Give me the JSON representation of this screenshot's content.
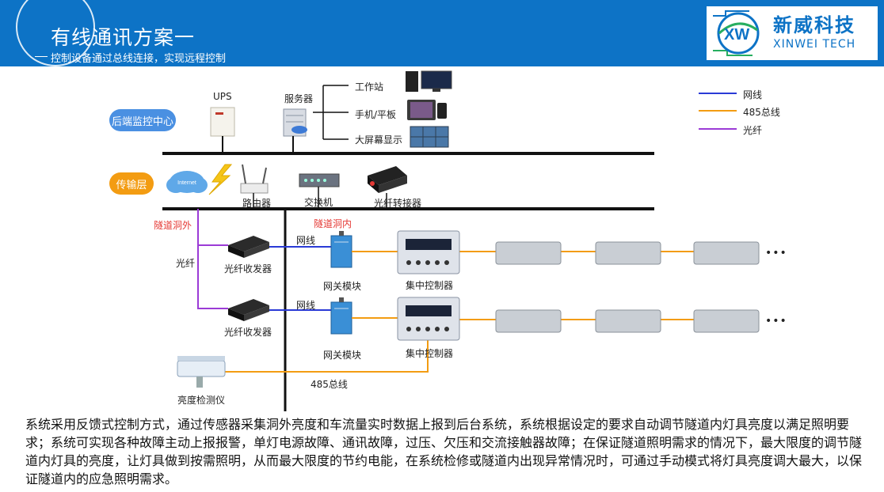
{
  "header": {
    "title": "有线通讯方案一",
    "subtitle": "控制设备通过总线连接，实现远程控制"
  },
  "logo": {
    "mark_text": "XW",
    "name_cn": "新威科技",
    "name_en": "XINWEI TECH"
  },
  "layers": {
    "monitor": "后端监控中心",
    "transport": "传输层"
  },
  "monitor": {
    "ups": "UPS",
    "server": "服务器",
    "workstation": "工作站",
    "mobile": "手机/平板",
    "bigscreen": "大屏幕显示"
  },
  "transport": {
    "internet": "Internet",
    "router": "路由器",
    "switch": "交换机",
    "fiber_converter": "光纤转接器"
  },
  "tunnel": {
    "outside": "隧道洞外",
    "inside": "隧道洞内",
    "fiber": "光纤",
    "transceiver1": "光纤收发器",
    "transceiver2": "光纤收发器",
    "net1": "网线",
    "net2": "网线",
    "gateway1": "网关模块",
    "gateway2": "网关模块",
    "controller1": "集中控制器",
    "controller2": "集中控制器",
    "bus485": "485总线",
    "brightness": "亮度检测仪",
    "more1": "•••",
    "more2": "•••"
  },
  "legend": {
    "items": [
      {
        "label": "网线",
        "color": "#2a3ad6"
      },
      {
        "label": "485总线",
        "color": "#f39c12"
      },
      {
        "label": "光纤",
        "color": "#9b3bd6"
      }
    ]
  },
  "colors": {
    "header": "#0d73c6",
    "monitor_pill": "#4a90e2",
    "transport_pill": "#f39c12",
    "net_line": "#2a3ad6",
    "bus_line": "#f39c12",
    "fiber_line": "#9b3bd6"
  },
  "description": "系统采用反馈式控制方式，通过传感器采集洞外亮度和车流量实时数据上报到后台系统，系统根据设定的要求自动调节隧道内灯具亮度以满足照明要求；系统可实现各种故障主动上报报警，单灯电源故障、通讯故障，过压、欠压和交流接触器故障；在保证隧道照明需求的情况下，最大限度的调节隧道内灯具的亮度，让灯具做到按需照明，从而最大限度的节约电能，在系统检修或隧道内出现异常情况时，可通过手动模式将灯具亮度调大最大，以保证隧道内的应急照明需求。"
}
